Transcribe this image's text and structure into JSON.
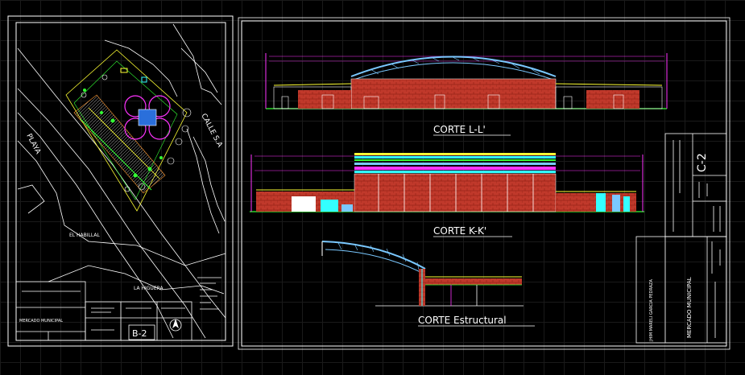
{
  "sheet_left": {
    "sheet_number": "B-2",
    "title_block_text": "MERCADO MUNICIPAL",
    "map_labels": {
      "playa": "PLAYA",
      "calle": "CALLE S.A",
      "el_habillal": "EL HABILLAL",
      "la_higuera": "LA HIGUERA"
    }
  },
  "sheet_right": {
    "sheet_number": "C-2",
    "sections": {
      "section_1": "CORTE L-L'",
      "section_2": "CORTE K-K'",
      "section_3": "CORTE Estructural"
    },
    "title_block": {
      "project": "MERCADO MUNICIPAL",
      "author": "JHIM MARELI GARCIA PEDRAZA"
    }
  },
  "colors": {
    "brick": "#c0392b",
    "roof_truss": "#7ac8ff",
    "accent_magenta": "#ff33ff",
    "accent_green": "#33ff33",
    "accent_cyan": "#33ffff",
    "accent_yellow": "#ffff33"
  }
}
